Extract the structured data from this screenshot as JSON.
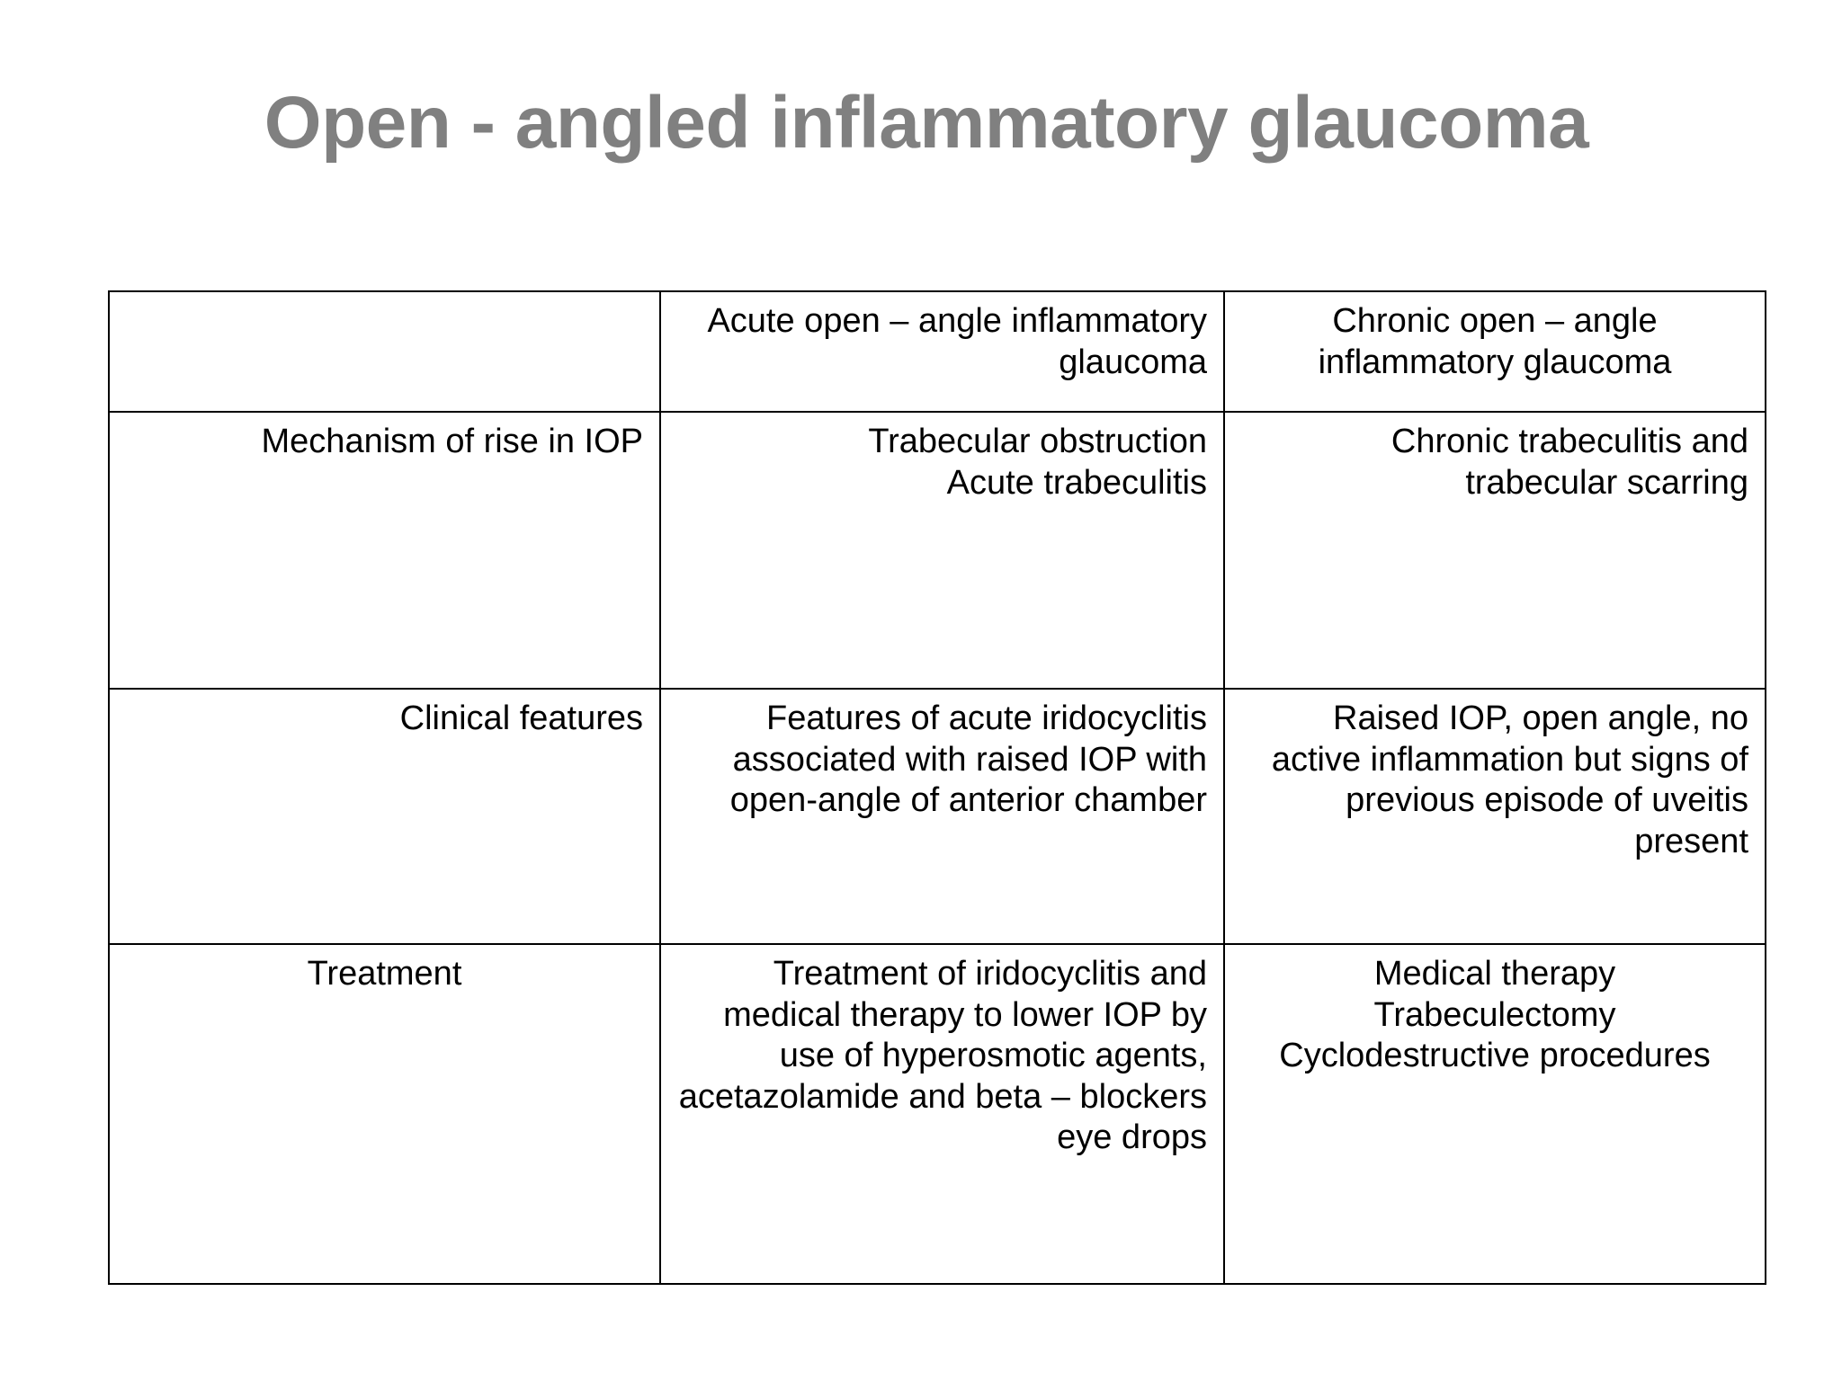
{
  "slide": {
    "title": "Open - angled inflammatory glaucoma",
    "title_color": "#808080",
    "background_color": "#ffffff",
    "text_color": "#000000",
    "border_color": "#000000"
  },
  "table": {
    "columns": [
      {
        "key": "label",
        "header": ""
      },
      {
        "key": "acute",
        "header": "Acute open – angle inflammatory glaucoma"
      },
      {
        "key": "chronic",
        "header": "Chronic open – angle inflammatory glaucoma"
      }
    ],
    "rows": [
      {
        "label": "Mechanism of rise in IOP",
        "acute": "Trabecular obstruction\nAcute trabeculitis",
        "chronic": "Chronic trabeculitis and trabecular scarring"
      },
      {
        "label": "Clinical features",
        "acute": "Features of acute iridocyclitis associated with raised IOP with open-angle of anterior chamber",
        "chronic": "Raised IOP, open angle, no active inflammation but signs of previous episode of uveitis present"
      },
      {
        "label": "Treatment",
        "acute": "Treatment of iridocyclitis and medical therapy to lower IOP by use of hyperosmotic agents, acetazolamide and beta – blockers eye drops",
        "chronic": "Medical therapy\nTrabeculectomy\nCyclodestructive procedures"
      }
    ]
  }
}
